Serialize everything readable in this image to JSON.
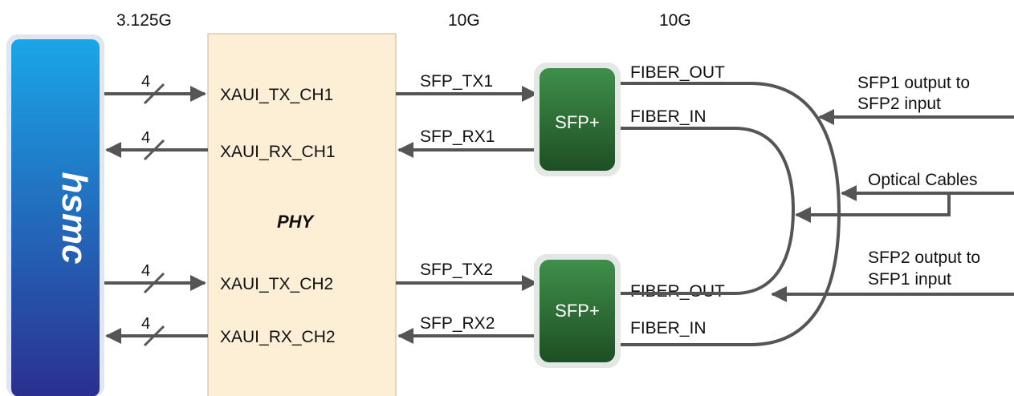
{
  "header": {
    "speed_left": "3.125G",
    "speed_mid": "10G",
    "speed_right": "10G"
  },
  "hsmc": {
    "label": "hsmc"
  },
  "phy": {
    "title": "PHY",
    "tx_ch1": "XAUI_TX_CH1",
    "rx_ch1": "XAUI_RX_CH1",
    "tx_ch2": "XAUI_TX_CH2",
    "rx_ch2": "XAUI_RX_CH2"
  },
  "bus_width": "4",
  "links": {
    "sfp_tx1": "SFP_TX1",
    "sfp_rx1": "SFP_RX1",
    "sfp_tx2": "SFP_TX2",
    "sfp_rx2": "SFP_RX2"
  },
  "sfp_modules": {
    "label": "SFP+"
  },
  "fiber": {
    "out": "FIBER_OUT",
    "in": "FIBER_IN"
  },
  "annotations": {
    "sfp1_to_sfp2_line1": "SFP1 output to",
    "sfp1_to_sfp2_line2": "SFP2 input",
    "optical_cables": "Optical Cables",
    "sfp2_to_sfp1_line1": "SFP2 output to",
    "sfp2_to_sfp1_line2": "SFP1 input"
  },
  "colors": {
    "hsmc_top": "#1aa6e8",
    "hsmc_bottom": "#2b2f8f",
    "phy_fill": "#fcefd6",
    "sfp_top": "#3f8f4a",
    "sfp_bottom": "#1d4f24",
    "line": "#555555"
  }
}
